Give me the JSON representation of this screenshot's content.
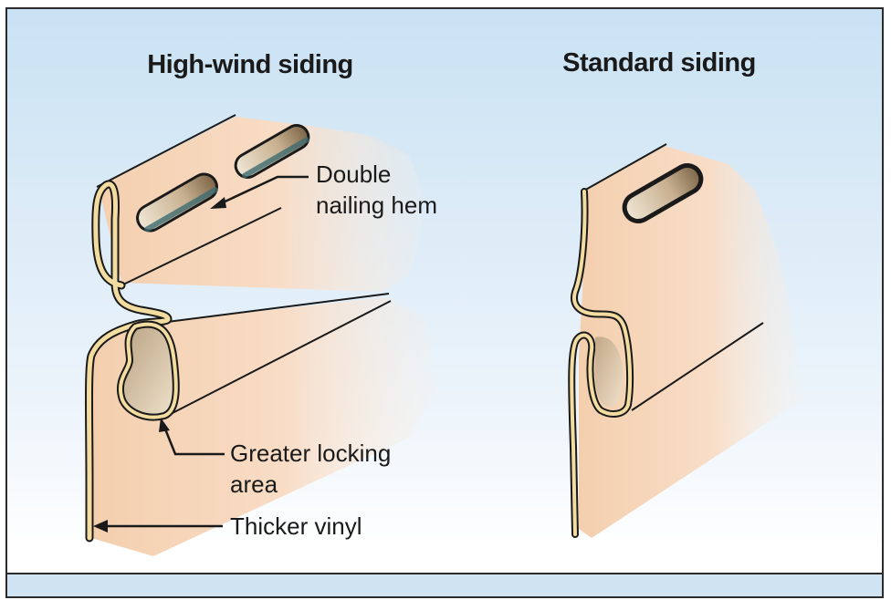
{
  "titles": {
    "left": "High-wind siding",
    "right": "Standard siding"
  },
  "callouts": {
    "double_nailing_hem": [
      "Double",
      "nailing hem"
    ],
    "greater_locking_area": [
      "Greater locking",
      "area"
    ],
    "thicker_vinyl": "Thicker vinyl"
  },
  "colors": {
    "vinyl_face": "#f7d9bf",
    "vinyl_edge": "#f3dca0",
    "outline": "#1a1a1a",
    "slot_dark": "#8c7558",
    "slot_light": "#efe6d4",
    "background_top": "#c9e2f3"
  }
}
